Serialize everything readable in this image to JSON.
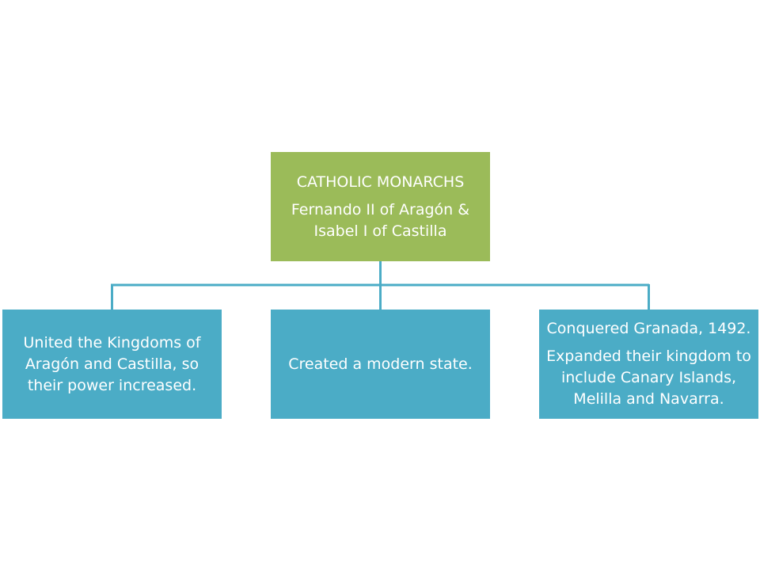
{
  "diagram": {
    "type": "hierarchy",
    "colors": {
      "root_fill": "#9bbb59",
      "child_fill": "#4bacc6",
      "connector": "#4bacc6",
      "text": "#ffffff"
    },
    "root": {
      "title": "CATHOLIC MONARCHS",
      "subtitle": "Fernando II of Aragón & Isabel I of Castilla"
    },
    "children": [
      {
        "lines": [
          "United the Kingdoms of Aragón and Castilla, so their power increased."
        ]
      },
      {
        "lines": [
          "Created a modern state."
        ]
      },
      {
        "lines": [
          "Conquered Granada, 1492.",
          "Expanded their kingdom to include Canary Islands, Melilla and Navarra."
        ]
      }
    ]
  }
}
